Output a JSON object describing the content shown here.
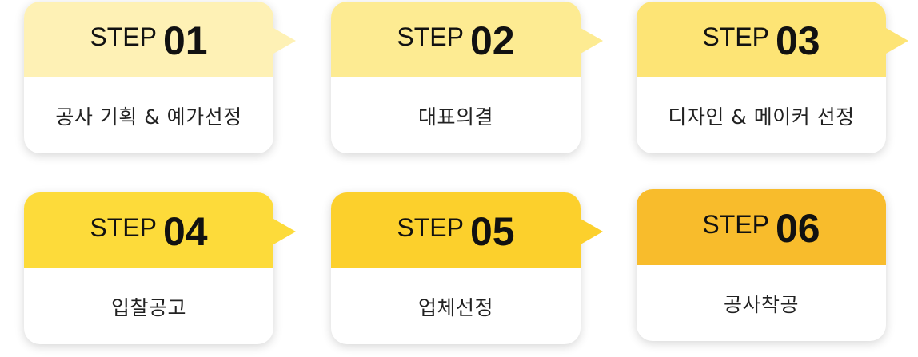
{
  "steps": [
    {
      "label": "STEP",
      "number": "01",
      "desc": "공사 기획 & 예가선정",
      "color": "#FEF1B5"
    },
    {
      "label": "STEP",
      "number": "02",
      "desc": "대표의결",
      "color": "#FDEB92"
    },
    {
      "label": "STEP",
      "number": "03",
      "desc": "디자인 & 메이커 선정",
      "color": "#FDE475"
    },
    {
      "label": "STEP",
      "number": "04",
      "desc": "입찰공고",
      "color": "#FDDB3A"
    },
    {
      "label": "STEP",
      "number": "05",
      "desc": "업체선정",
      "color": "#FCD02C"
    },
    {
      "label": "STEP",
      "number": "06",
      "desc": "공사착공",
      "color": "#F8BC2C"
    }
  ]
}
